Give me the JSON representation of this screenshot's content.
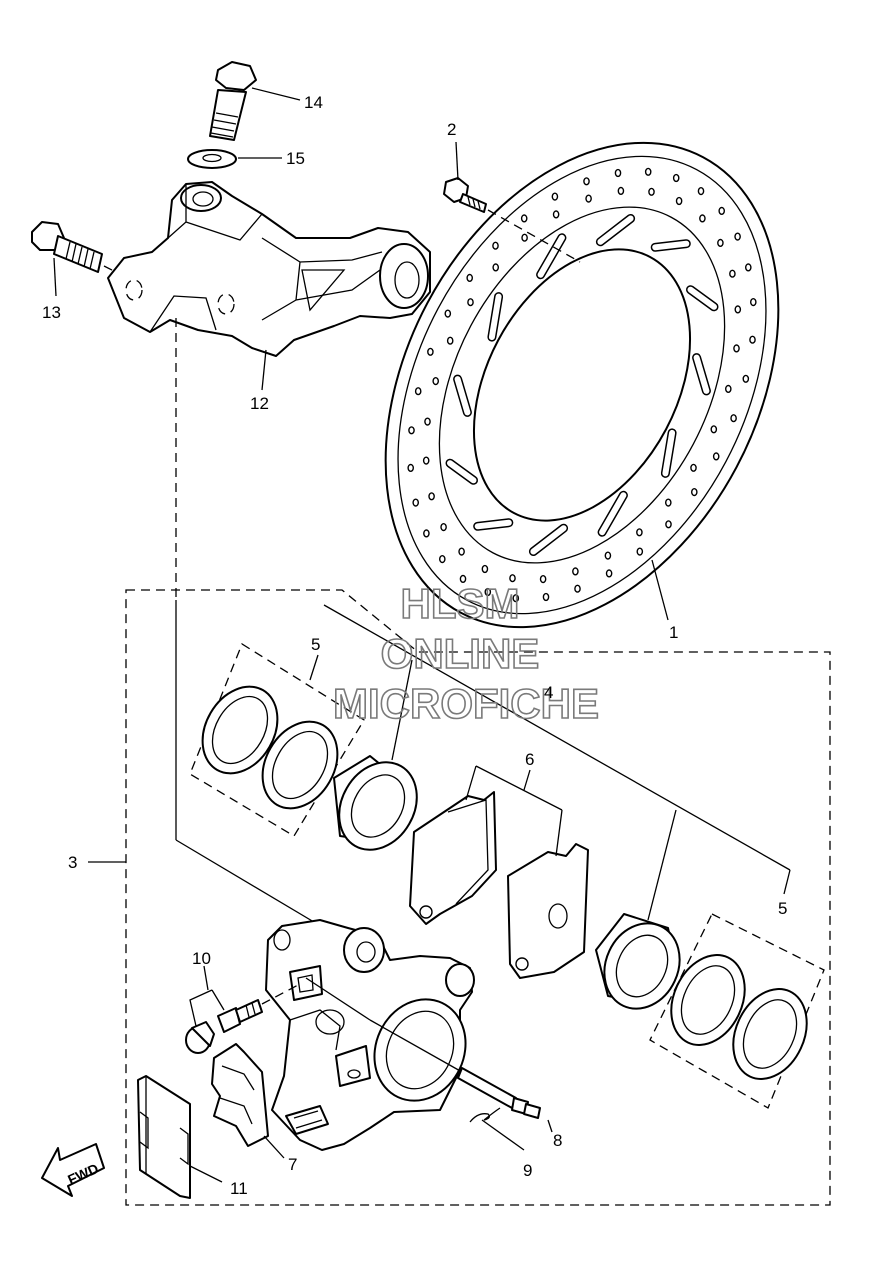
{
  "callouts": {
    "c1": "1",
    "c2": "2",
    "c3": "3",
    "c4": "4",
    "c5a": "5",
    "c5b": "5",
    "c6": "6",
    "c7": "7",
    "c8": "8",
    "c9": "9",
    "c10": "10",
    "c11": "11",
    "c12": "12",
    "c13": "13",
    "c14": "14",
    "c15": "15"
  },
  "watermark": {
    "line1": "HLSM",
    "line2": "ONLINE",
    "line3": "MICROFICHE"
  },
  "arrow_label": "FWD",
  "colors": {
    "ink": "#000000",
    "watermark": "#7a7a7a",
    "paper": "#ffffff"
  }
}
